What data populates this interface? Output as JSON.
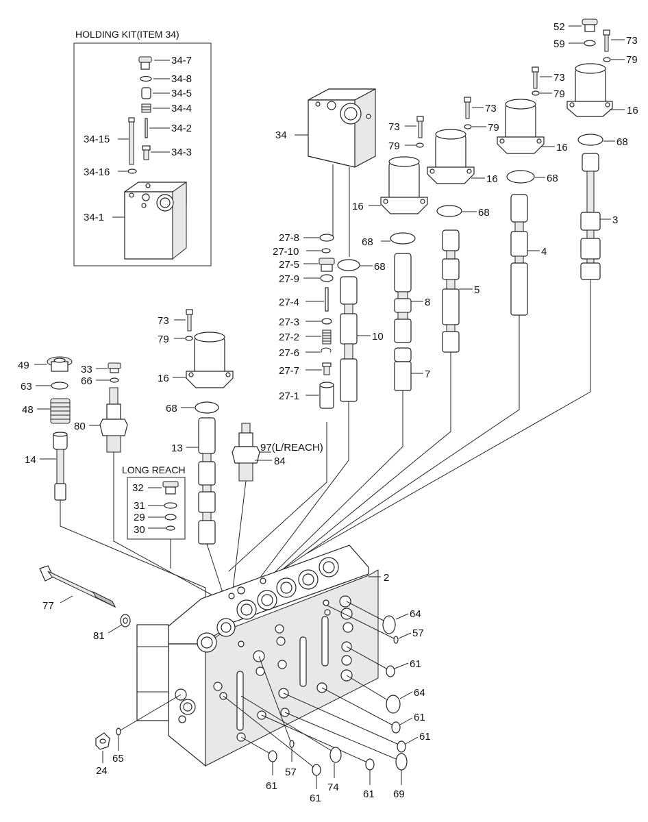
{
  "diagram": {
    "boxes": {
      "holding_kit_title": "HOLDING KIT(ITEM 34)",
      "long_reach_title": "LONG REACH"
    },
    "callouts": {
      "c34_7": "34-7",
      "c34_8": "34-8",
      "c34_5": "34-5",
      "c34_4": "34-4",
      "c34_2": "34-2",
      "c34_15": "34-15",
      "c34_3": "34-3",
      "c34_16": "34-16",
      "c34_1": "34-1",
      "c34": "34",
      "c52": "52",
      "c59": "59",
      "c73a": "73",
      "c79a": "79",
      "c16a": "16",
      "c68a": "68",
      "c3": "3",
      "c73b": "73",
      "c79b": "79",
      "c16b": "16",
      "c68b": "68",
      "c4": "4",
      "c73c": "73",
      "c79c": "79",
      "c16c": "16",
      "c68c": "68",
      "c5": "5",
      "c73d": "73",
      "c79d": "79",
      "c16d": "16",
      "c68d": "68",
      "c8": "8",
      "c7": "7",
      "c27_8": "27-8",
      "c27_10": "27-10",
      "c27_5": "27-5",
      "c68e": "68",
      "c27_9": "27-9",
      "c27_4": "27-4",
      "c27_3": "27-3",
      "c27_2": "27-2",
      "c10": "10",
      "c27_6": "27-6",
      "c27_7": "27-7",
      "c27_1": "27-1",
      "c73e": "73",
      "c79e": "79",
      "c16e": "16",
      "c68f": "68",
      "c13": "13",
      "c49": "49",
      "c63": "63",
      "c48": "48",
      "c14": "14",
      "c33": "33",
      "c66": "66",
      "c80": "80",
      "c97": "97(L/REACH)",
      "c84": "84",
      "c32": "32",
      "c31": "31",
      "c29": "29",
      "c30": "30",
      "c2": "2",
      "c77": "77",
      "c81": "81",
      "c64a": "64",
      "c57a": "57",
      "c61a": "61",
      "c64b": "64",
      "c61b": "61",
      "c61c": "61",
      "c24": "24",
      "c65": "65",
      "c61d": "61",
      "c57b": "57",
      "c61e": "61",
      "c74": "74",
      "c61f": "61",
      "c69": "69"
    }
  }
}
